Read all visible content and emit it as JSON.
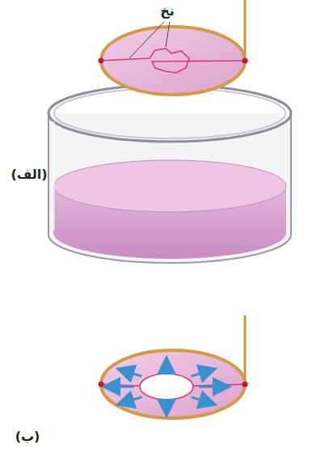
{
  "diagram": {
    "labels": [
      "نخ",
      "(الف)",
      "(ب)"
    ]
  }
}
